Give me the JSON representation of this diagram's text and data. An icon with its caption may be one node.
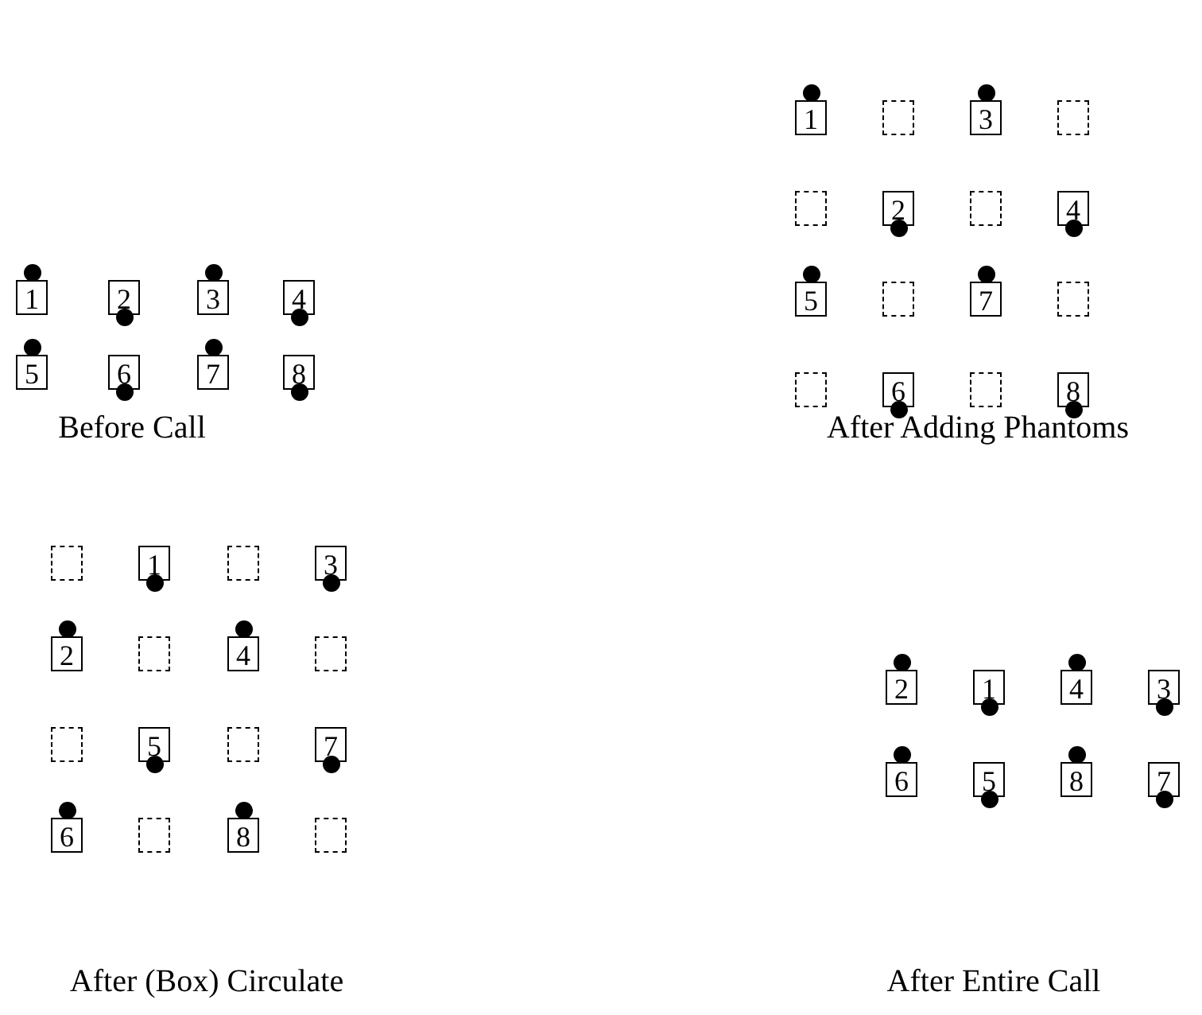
{
  "diagram": {
    "nodes": [
      {
        "text": [
          "1"
        ]
      },
      {
        "text": [
          "2"
        ]
      },
      {
        "text": [
          "3"
        ]
      },
      {
        "text": [
          "4"
        ]
      },
      {
        "text": [
          "5"
        ]
      },
      {
        "text": [
          "6"
        ]
      },
      {
        "text": [
          "7"
        ]
      },
      {
        "text": [
          "8"
        ]
      },
      {
        "text": [
          "1"
        ]
      },
      {
        "text": [],
        "shape": "box"
      },
      {
        "text": [
          "3"
        ]
      },
      {
        "text": [],
        "shape": "box"
      },
      {
        "text": [],
        "shape": "box"
      },
      {
        "text": [
          "2"
        ]
      },
      {
        "text": [],
        "shape": "box"
      },
      {
        "text": [
          "4"
        ]
      },
      {
        "text": [
          "5"
        ]
      },
      {
        "text": [],
        "shape": "box"
      },
      {
        "text": [
          "7"
        ]
      },
      {
        "text": [],
        "shape": "box"
      },
      {
        "text": [],
        "shape": "box"
      },
      {
        "text": [
          "6"
        ]
      },
      {
        "text": [],
        "shape": "box"
      },
      {
        "text": [
          "8"
        ]
      },
      {
        "text": [],
        "shape": "box"
      },
      {
        "text": [
          "1"
        ]
      },
      {
        "text": [],
        "shape": "box"
      },
      {
        "text": [
          "3"
        ]
      },
      {
        "text": [
          "2"
        ]
      },
      {
        "text": [],
        "shape": "box"
      },
      {
        "text": [
          "4"
        ]
      },
      {
        "text": [],
        "shape": "box"
      },
      {
        "text": [],
        "shape": "box"
      },
      {
        "text": [
          "5"
        ]
      },
      {
        "text": [],
        "shape": "box"
      },
      {
        "text": [
          "7"
        ]
      },
      {
        "text": [
          "6"
        ]
      },
      {
        "text": [],
        "shape": "box"
      },
      {
        "text": [
          "8"
        ]
      },
      {
        "text": [],
        "shape": "box"
      },
      {
        "text": [
          "2"
        ]
      },
      {
        "text": [
          "1"
        ]
      },
      {
        "text": [
          "4"
        ]
      },
      {
        "text": [
          "3"
        ]
      },
      {
        "text": [
          "6"
        ]
      },
      {
        "text": [
          "5"
        ]
      },
      {
        "text": [
          "8"
        ]
      },
      {
        "text": [
          "7"
        ]
      }
    ],
    "labels": [
      "Before Call",
      "After Adding Phantoms",
      "After (Box) Circulate",
      "After Entire Call"
    ]
  }
}
